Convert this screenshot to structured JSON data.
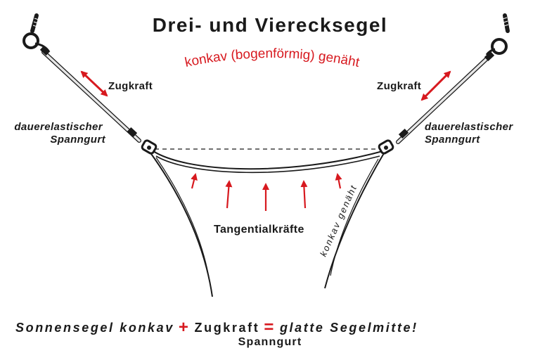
{
  "title": "Drei- und Vierecksegel",
  "subtitle": "konkav (bogenförmig) genäht",
  "labels": {
    "pull_left": "Zugkraft",
    "pull_right": "Zugkraft",
    "strap_left_line1": "dauerelastischer",
    "strap_left_line2": "Spanngurt",
    "strap_right_line1": "dauerelastischer",
    "strap_right_line2": "Spanngurt",
    "tangential": "Tangentialkräfte",
    "side_seam": "konkav genäht"
  },
  "footer": {
    "part1": "Sonnensegel konkav",
    "plus": "+",
    "part2": "Zugkraft",
    "equals": "=",
    "part3": "glatte Segelmitte!",
    "line2": "Spanngurt"
  },
  "colors": {
    "accent": "#d7191f",
    "ink": "#1a1a1a",
    "strap": "#e6e6e6"
  }
}
